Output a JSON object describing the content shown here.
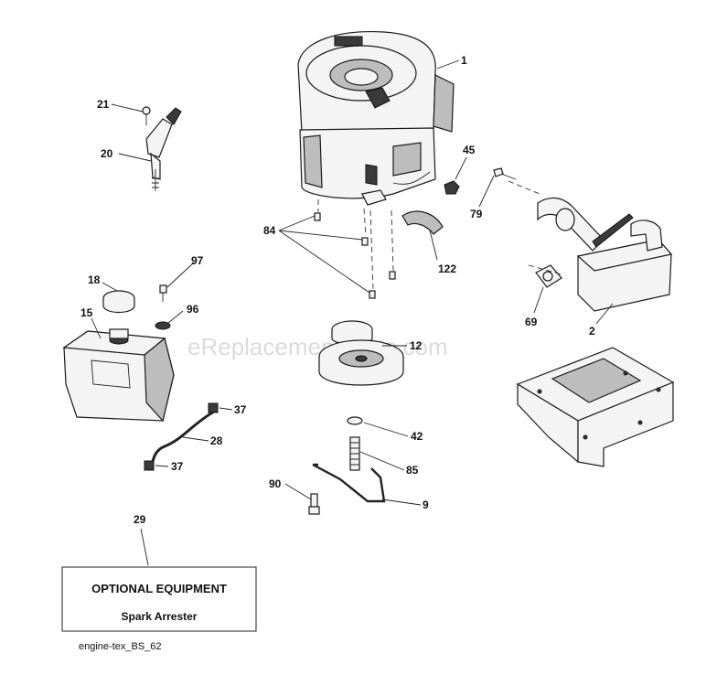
{
  "watermark": "eReplacementParts.com",
  "diagram_code": "engine-tex_BS_62",
  "optional_box": {
    "title": "OPTIONAL EQUIPMENT",
    "subtitle": "Spark Arrester"
  },
  "callouts": {
    "c1": "1",
    "c21": "21",
    "c20": "20",
    "c45": "45",
    "c79": "79",
    "c84": "84",
    "c122": "122",
    "c97": "97",
    "c18": "18",
    "c96": "96",
    "c15": "15",
    "c12": "12",
    "c69": "69",
    "c2": "2",
    "c37a": "37",
    "c28": "28",
    "c37b": "37",
    "c42": "42",
    "c85": "85",
    "c90": "90",
    "c9": "9",
    "c29": "29"
  }
}
